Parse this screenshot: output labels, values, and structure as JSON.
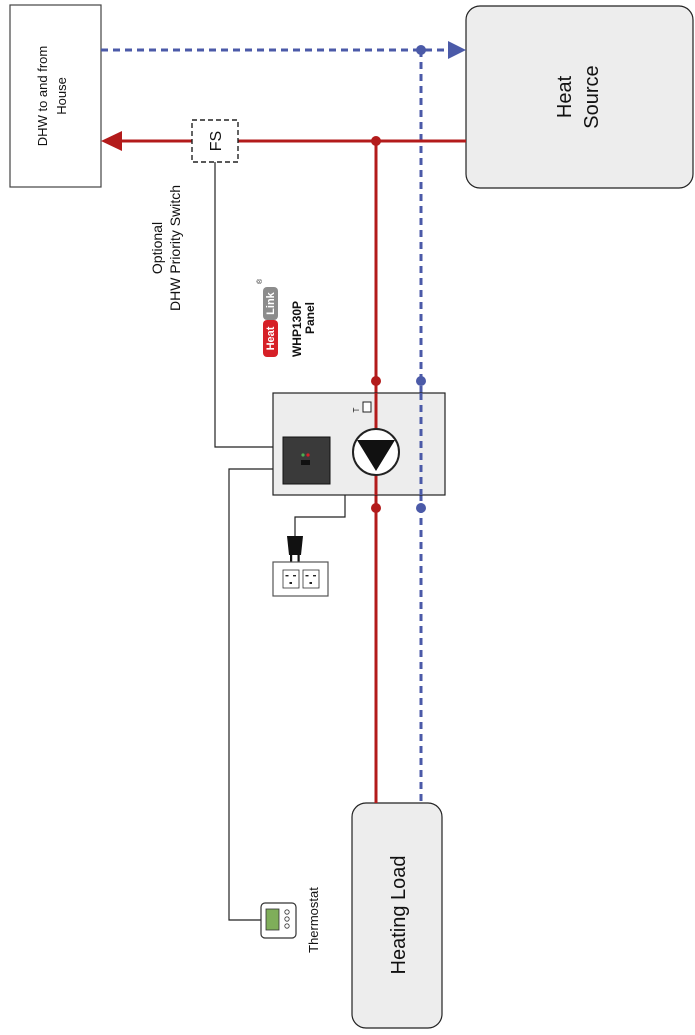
{
  "title": "",
  "colors": {
    "supply": "#b31b1b",
    "return": "#4b5aa8",
    "wire": "#222222",
    "box_fill": "#ededed",
    "brand_red": "#d62027",
    "brand_gray": "#8c8c8c",
    "thermostat_screen": "#7fae5a"
  },
  "nodes": {
    "dhw_house": {
      "label_line1": "DHW to and from",
      "label_line2": "House"
    },
    "heat_source": {
      "label_line1": "Heat",
      "label_line2": "Source"
    },
    "heating_load": {
      "label": "Heating Load"
    },
    "flow_switch": {
      "label": "FS"
    },
    "priority_switch": {
      "label_line1": "Optional",
      "label_line2": "DHW Priority Switch"
    },
    "panel": {
      "brand_word1": "Heat",
      "brand_word2": "Link",
      "registered_mark": "®",
      "model": "WHP130P",
      "subtitle": "Panel",
      "temp_label": "T"
    },
    "thermostat": {
      "label": "Thermostat",
      "icon": "thermostat-icon"
    },
    "outlet": {
      "icon": "electrical-outlet-icon"
    },
    "plug": {
      "icon": "power-plug-icon"
    },
    "pump": {
      "icon": "circulator-pump-icon"
    },
    "controller": {
      "icon": "controller-box-icon"
    }
  },
  "legend_lines": {
    "supply": "solid red line (hot supply)",
    "return": "dashed blue line (return)"
  }
}
